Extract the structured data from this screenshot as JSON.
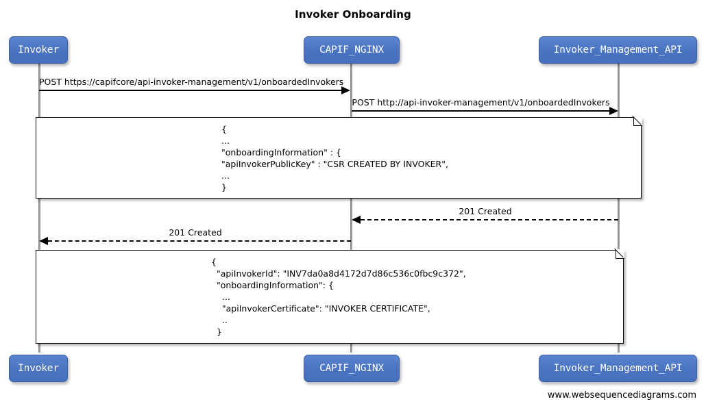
{
  "diagram": {
    "title": "Invoker Onboarding",
    "footer": "www.websequencediagrams.com",
    "participant_color": "#4a73c0",
    "participant_border_color": "#3b5fa5",
    "line_color": "#000000"
  },
  "participants": [
    {
      "name": "Invoker"
    },
    {
      "name": "CAPIF_NGINX"
    },
    {
      "name": "Invoker_Management_API"
    }
  ],
  "messages": [
    {
      "label": "POST https://capifcore/api-invoker-management/v1/onboardedInvokers",
      "from": "Invoker",
      "to": "CAPIF_NGINX",
      "style": "solid",
      "direction": "right"
    },
    {
      "label": "POST http://api-invoker-management/v1/onboardedInvokers",
      "from": "CAPIF_NGINX",
      "to": "Invoker_Management_API",
      "style": "solid",
      "direction": "right"
    },
    {
      "label": "201 Created",
      "from": "Invoker_Management_API",
      "to": "CAPIF_NGINX",
      "style": "dashed",
      "direction": "left"
    },
    {
      "label": "201 Created",
      "from": "CAPIF_NGINX",
      "to": "Invoker",
      "style": "dashed",
      "direction": "left"
    }
  ],
  "notes": [
    {
      "id": "note-request-body",
      "lines": [
        "{",
        "...",
        "\"onboardingInformation\" : {",
        "\"apiInvokerPublicKey\" : \"CSR CREATED BY INVOKER\",",
        "...",
        "}"
      ]
    },
    {
      "id": "note-response-body",
      "lines": [
        "{",
        "  \"apiInvokerId\": \"INV7da0a8d4172d7d86c536c0fbc9c372\",",
        "  \"onboardingInformation\": {",
        "",
        "    ...",
        "    \"apiInvokerCertificate\": \"INVOKER CERTIFICATE\",",
        "",
        "    ..",
        "  }"
      ]
    }
  ]
}
